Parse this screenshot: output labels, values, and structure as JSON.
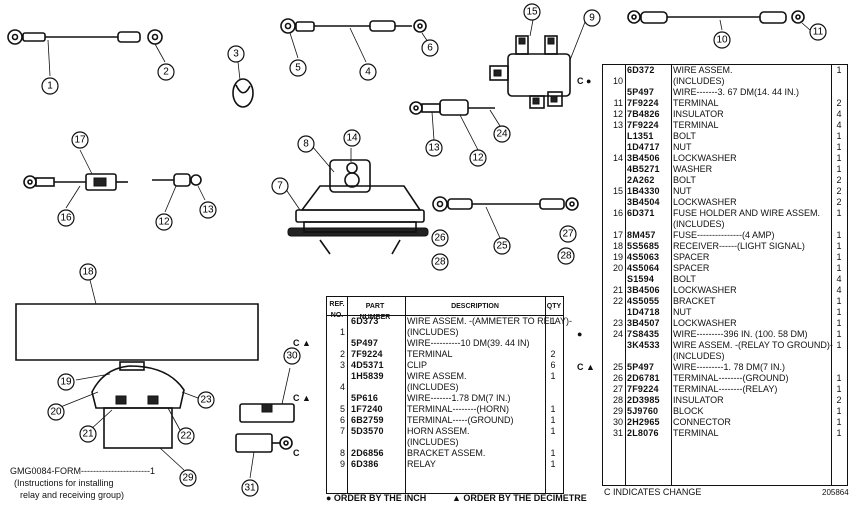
{
  "callouts": [
    "1",
    "2",
    "3",
    "4",
    "5",
    "6",
    "7",
    "8",
    "9",
    "10",
    "11",
    "12",
    "12",
    "13",
    "13",
    "14",
    "15",
    "16",
    "17",
    "18",
    "19",
    "20",
    "21",
    "22",
    "23",
    "24",
    "25",
    "26",
    "27",
    "28",
    "28",
    "29",
    "30",
    "31"
  ],
  "parts_left": {
    "headers": {
      "ref": "REF. NO.",
      "part": "PART NUMBER",
      "desc": "DESCRIPTION",
      "qty": "QTY"
    },
    "rows": [
      {
        "mark": "",
        "ref": "",
        "part": "6D373",
        "desc": "WIRE ASSEM. -(ammeter to relay)-",
        "qty": "1"
      },
      {
        "mark": "",
        "ref": "1",
        "part": "",
        "desc": "(Includes)",
        "qty": ""
      },
      {
        "mark": "C ▲",
        "ref": "",
        "part": "5P497",
        "desc": "WIRE----------10 dm(39. 44 in)",
        "qty": ""
      },
      {
        "mark": "",
        "ref": "2",
        "part": "7F9224",
        "desc": "TERMINAL",
        "qty": "2"
      },
      {
        "mark": "",
        "ref": "3",
        "part": "4D5371",
        "desc": "CLIP",
        "qty": "6"
      },
      {
        "mark": "",
        "ref": "",
        "part": "1H5839",
        "desc": "WIRE ASSEM.",
        "qty": "1"
      },
      {
        "mark": "",
        "ref": "4",
        "part": "",
        "desc": "(Includes)",
        "qty": ""
      },
      {
        "mark": "C ▲",
        "ref": "",
        "part": "5P616",
        "desc": "WIRE-------1.78 dm(7 in.)",
        "qty": ""
      },
      {
        "mark": "",
        "ref": "5",
        "part": "1F7240",
        "desc": "TERMINAL--------(horn)",
        "qty": "1"
      },
      {
        "mark": "",
        "ref": "6",
        "part": "6B2759",
        "desc": "TERMINAL-----(ground)",
        "qty": "1"
      },
      {
        "mark": "",
        "ref": "7",
        "part": "5D3570",
        "desc": "HORN ASSEM.",
        "qty": "1"
      },
      {
        "mark": "",
        "ref": "",
        "part": "",
        "desc": "(Includes)",
        "qty": ""
      },
      {
        "mark": "C",
        "ref": "8",
        "part": "2D6856",
        "desc": "BRACKET ASSEM.",
        "qty": "1"
      },
      {
        "mark": "",
        "ref": "9",
        "part": "6D386",
        "desc": "RELAY",
        "qty": "1"
      }
    ]
  },
  "parts_right": {
    "rows": [
      {
        "mark": "",
        "ref": "",
        "part": "6D372",
        "desc": "WIRE ASSEM.",
        "qty": "1"
      },
      {
        "mark": "C ●",
        "ref": "10",
        "part": "",
        "desc": "(Includes)",
        "qty": ""
      },
      {
        "mark": "",
        "ref": "",
        "part": "5P497",
        "desc": "WIRE-------3. 67 dm(14. 44 in.)",
        "qty": ""
      },
      {
        "mark": "",
        "ref": "11",
        "part": "7F9224",
        "desc": "TERMINAL",
        "qty": "2"
      },
      {
        "mark": "",
        "ref": "12",
        "part": "7B4826",
        "desc": "INSULATOR",
        "qty": "4"
      },
      {
        "mark": "",
        "ref": "13",
        "part": "7F9224",
        "desc": "TERMINAL",
        "qty": "4"
      },
      {
        "mark": "",
        "ref": "",
        "part": "L1351",
        "desc": "BOLT",
        "qty": "1"
      },
      {
        "mark": "",
        "ref": "",
        "part": "1D4717",
        "desc": "NUT",
        "qty": "1"
      },
      {
        "mark": "",
        "ref": "14",
        "part": "3B4506",
        "desc": "LOCKWASHER",
        "qty": "1"
      },
      {
        "mark": "",
        "ref": "",
        "part": "4B5271",
        "desc": "WASHER",
        "qty": "1"
      },
      {
        "mark": "",
        "ref": "",
        "part": "2A262",
        "desc": "BOLT",
        "qty": "2"
      },
      {
        "mark": "",
        "ref": "15",
        "part": "1B4330",
        "desc": "NUT",
        "qty": "2"
      },
      {
        "mark": "",
        "ref": "",
        "part": "3B4504",
        "desc": "LOCKWASHER",
        "qty": "2"
      },
      {
        "mark": "",
        "ref": "16",
        "part": "6D371",
        "desc": "FUSE HOLDER AND WIRE ASSEM.",
        "qty": "1"
      },
      {
        "mark": "",
        "ref": "",
        "part": "",
        "desc": "(Includes)",
        "qty": ""
      },
      {
        "mark": "",
        "ref": "17",
        "part": "8M457",
        "desc": "FUSE---------------(4 amp)",
        "qty": "1"
      },
      {
        "mark": "",
        "ref": "18",
        "part": "5S5685",
        "desc": "RECEIVER------(light signal)",
        "qty": "1"
      },
      {
        "mark": "",
        "ref": "19",
        "part": "4S5063",
        "desc": "SPACER",
        "qty": "1"
      },
      {
        "mark": "",
        "ref": "20",
        "part": "4S5064",
        "desc": "SPACER",
        "qty": "1"
      },
      {
        "mark": "",
        "ref": "",
        "part": "S1594",
        "desc": "BOLT",
        "qty": "4"
      },
      {
        "mark": "",
        "ref": "21",
        "part": "3B4506",
        "desc": "LOCKWASHER",
        "qty": "4"
      },
      {
        "mark": "",
        "ref": "22",
        "part": "4S5055",
        "desc": "BRACKET",
        "qty": "1"
      },
      {
        "mark": "",
        "ref": "",
        "part": "1D4718",
        "desc": "NUT",
        "qty": "1"
      },
      {
        "mark": "",
        "ref": "23",
        "part": "3B4507",
        "desc": "LOCKWASHER",
        "qty": "1"
      },
      {
        "mark": "●",
        "ref": "24",
        "part": "7S8435",
        "desc": "WIRE---------396 in. (100. 58 dm)",
        "qty": "1"
      },
      {
        "mark": "",
        "ref": "",
        "part": "3K4533",
        "desc": "WIRE ASSEM. -(relay to ground)-",
        "qty": "1"
      },
      {
        "mark": "",
        "ref": "",
        "part": "",
        "desc": "(Includes)",
        "qty": ""
      },
      {
        "mark": "C ▲",
        "ref": "25",
        "part": "5P497",
        "desc": "WIRE---------1. 78 dm(7 in.)",
        "qty": ""
      },
      {
        "mark": "",
        "ref": "26",
        "part": "2D6781",
        "desc": "TERMINAL--------(ground)",
        "qty": "1"
      },
      {
        "mark": "",
        "ref": "27",
        "part": "7F9224",
        "desc": "TERMINAL--------(relay)",
        "qty": "1"
      },
      {
        "mark": "",
        "ref": "28",
        "part": "2D3985",
        "desc": "INSULATOR",
        "qty": "2"
      },
      {
        "mark": "",
        "ref": "29",
        "part": "5J9760",
        "desc": "BLOCK",
        "qty": "1"
      },
      {
        "mark": "",
        "ref": "30",
        "part": "2H2965",
        "desc": "CONNECTOR",
        "qty": "1"
      },
      {
        "mark": "",
        "ref": "31",
        "part": "2L8076",
        "desc": "TERMINAL",
        "qty": "1"
      }
    ]
  },
  "notes": {
    "gm_form": "GMG0084-FORM-----------------------1",
    "gm_form_line2": "(Instructions for installing",
    "gm_form_line3": "relay and receiving group)",
    "legend_inch": "● ORDER BY THE INCH",
    "legend_decimetre": "▲ ORDER BY THE DECIMETRE",
    "legend_change": "C INDICATES CHANGE",
    "figure_id": "205864"
  }
}
